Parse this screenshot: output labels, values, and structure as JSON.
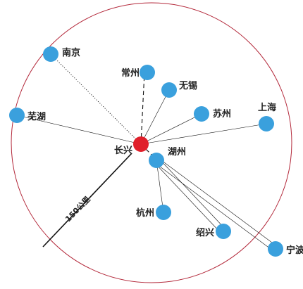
{
  "map": {
    "colors": {
      "ring": "#b3283a",
      "hub": "#e0202b",
      "city": "#3aa0dd",
      "line": "#111111",
      "text": "#222222"
    },
    "hub": {
      "label": "长兴"
    },
    "scale": {
      "label": "150公里"
    },
    "cities": [
      {
        "id": "nanjing",
        "label": "南京",
        "line": "dotted"
      },
      {
        "id": "changzhou",
        "label": "常州",
        "line": "dashed"
      },
      {
        "id": "wuxi",
        "label": "无锡",
        "line": "solid"
      },
      {
        "id": "suzhou",
        "label": "苏州",
        "line": "solid"
      },
      {
        "id": "shanghai",
        "label": "上海",
        "line": "solid"
      },
      {
        "id": "wuhu",
        "label": "芜湖",
        "line": "solid"
      },
      {
        "id": "huzhou",
        "label": "湖州",
        "line": "dashed"
      },
      {
        "id": "hangzhou",
        "label": "杭州",
        "line": "solid"
      },
      {
        "id": "shaoxing",
        "label": "绍兴",
        "line": "double"
      },
      {
        "id": "ningbo",
        "label": "宁波",
        "line": "double"
      }
    ]
  }
}
